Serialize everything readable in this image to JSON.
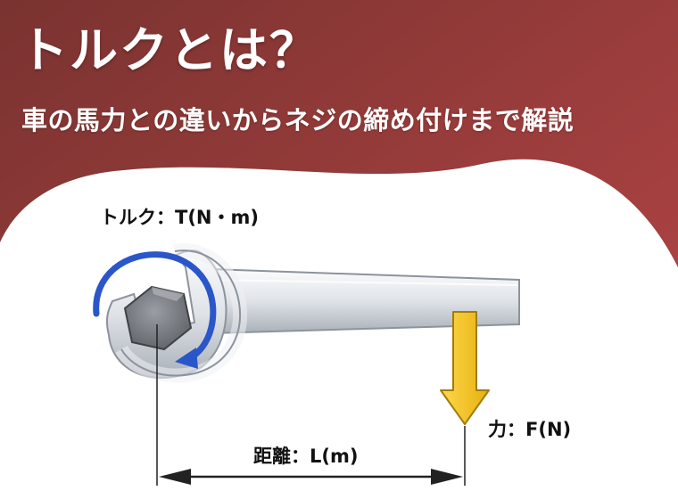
{
  "header": {
    "title": "トルクとは？",
    "subtitle": "車の馬力との違いからネジの締め付けまで解説"
  },
  "diagram": {
    "torque_label": "トルク：T(N・m)",
    "force_label": "力：F(N)",
    "distance_label": "距離：L(m)"
  },
  "colors": {
    "banner_top": "#7a3330",
    "banner_bottom": "#b84647",
    "rotation_arrow": "#2a56c9",
    "force_arrow": "#f2c21b",
    "force_arrow_stroke": "#a27c0a",
    "wrench_light": "#f3f5f7",
    "wrench_dark": "#a9afb7",
    "nut": "#6f7378"
  },
  "icons": [
    "wrench-icon",
    "nut-icon",
    "rotation-arrow-icon",
    "force-arrow-icon",
    "dimension-arrow-icon"
  ]
}
